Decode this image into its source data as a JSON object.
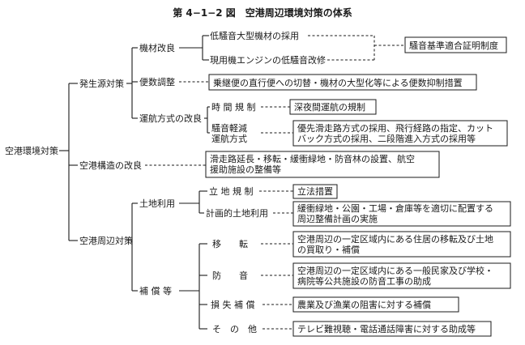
{
  "title": "第 4−1−2 図　空港周辺環境対策の体系",
  "root": "空港環境対策",
  "source": {
    "label": "発生源対策",
    "equipment": {
      "label": "機材改良",
      "low_noise_aircraft": "低騒音大型機材の採用",
      "engine_retrofit": "現用機エンジンの低騒音改修",
      "certification": "騒音基準適合証明制度"
    },
    "flight_adjustment": {
      "label": "便数調整",
      "detail": "乗継便の直行便への切替・機材の大型化等による便数抑制措置"
    },
    "operation": {
      "label": "運航方式の改良",
      "time_restriction": "時 間 規 制",
      "night_restriction": "深夜間運航の規制",
      "noise_method_line1": "騒音軽減",
      "noise_method_line2": "運航方式",
      "noise_detail_line1": "優先滑走路方式の採用、飛行経路の指定、カット",
      "noise_detail_line2": "バック方式の採用、二段階進入方式の採用等"
    }
  },
  "structure": {
    "label": "空港構造の改良",
    "detail_line1": "滑走路延長・移転・緩衝緑地・防音林の設置、航空",
    "detail_line2": "援助施設の整備等"
  },
  "surroundings": {
    "label": "空港周辺対策",
    "land_use": {
      "label": "土地利用",
      "siting": "立 地 規 制",
      "siting_detail": "立法措置",
      "planned": "計画的土地利用",
      "planned_detail_line1": "緩衝緑地・公園・工場・倉庫等を適切に配置する",
      "planned_detail_line2": "周辺整備計画の実施"
    },
    "compensation": {
      "label": "補 償 等",
      "relocation": "移　　転",
      "relocation_detail_line1": "空港周辺の一定区域内にある住居の移転及び土地",
      "relocation_detail_line2": "の買取り・補償",
      "soundproofing": "防　　音",
      "soundproofing_detail_line1": "空港周辺の一定区域内にある一般民家及び学校・",
      "soundproofing_detail_line2": "病院等公共施設の防音工事の助成",
      "loss": "損 失 補 償",
      "loss_detail": "農業及び漁業の阻害に対する補償",
      "other": "そ　の　他",
      "other_detail": "テレビ難視聴・電話通話障害に対する助成等"
    }
  }
}
